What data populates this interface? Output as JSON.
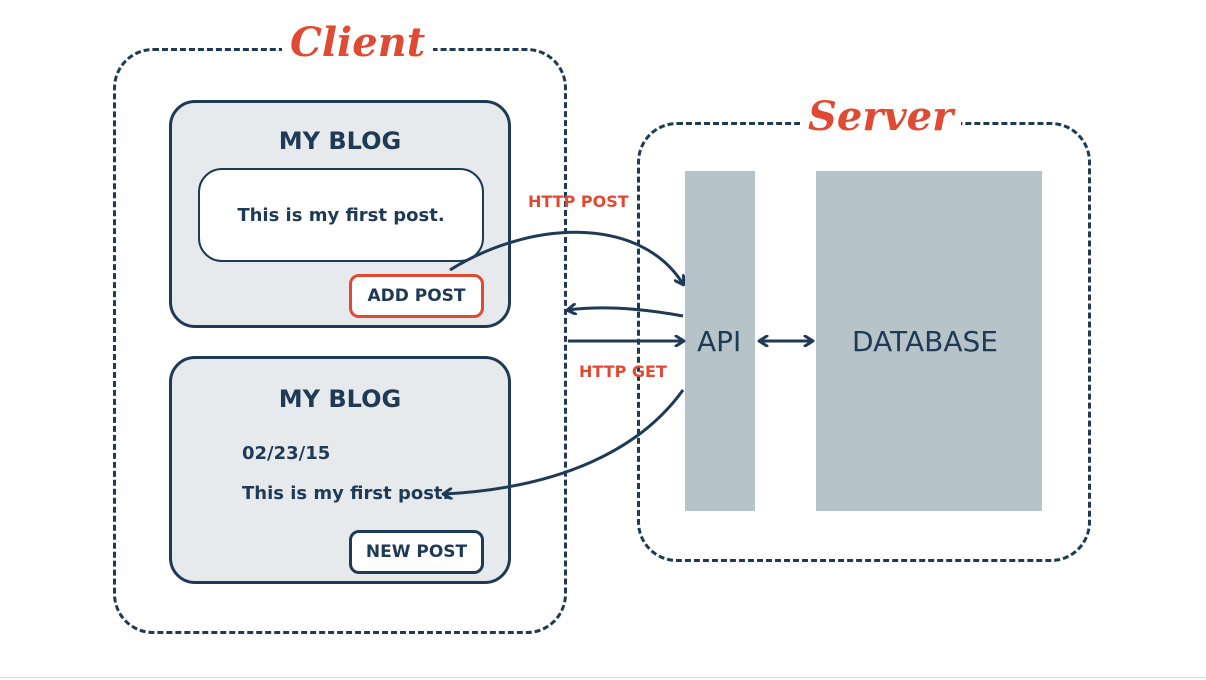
{
  "client": {
    "title": "Client"
  },
  "server": {
    "title": "Server"
  },
  "blog_form": {
    "title": "MY BLOG",
    "post_text": "This is my first post.",
    "button_label": "ADD POST"
  },
  "blog_view": {
    "title": "MY BLOG",
    "post_date": "02/23/15",
    "post_text": "This is my first post.",
    "button_label": "NEW POST"
  },
  "api": {
    "label": "API"
  },
  "database": {
    "label": "DATABASE"
  },
  "requests": {
    "post_label": "HTTP POST",
    "get_label": "HTTP GET"
  },
  "colors": {
    "navy": "#1e3a55",
    "accent": "#e04a33",
    "card_fill": "#e6eaed",
    "column_fill": "#b6c3c9"
  }
}
